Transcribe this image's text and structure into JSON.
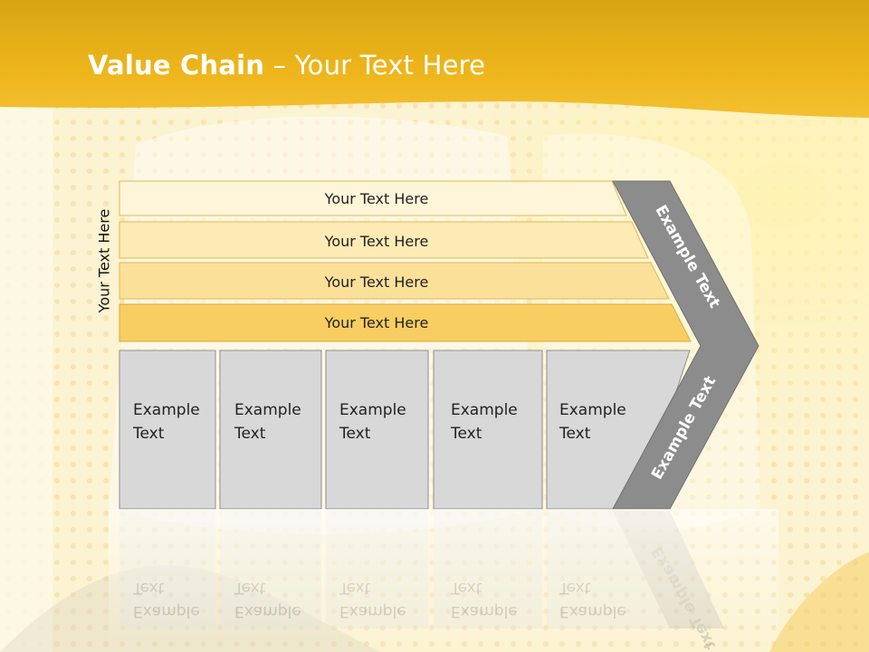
{
  "slide": {
    "title_bold": "Value Chain",
    "title_rest": " – Your Text Here",
    "vertical_label": "Your Text Here"
  },
  "bars": [
    {
      "label": "Your Text Here",
      "color": "#fff5d8"
    },
    {
      "label": "Your Text Here",
      "color": "#fdeab5"
    },
    {
      "label": "Your Text Here",
      "color": "#fbe09a"
    },
    {
      "label": "Your Text Here",
      "color": "#f8cd62"
    }
  ],
  "boxes": [
    {
      "line1": "Example",
      "line2": "Text"
    },
    {
      "line1": "Example",
      "line2": "Text"
    },
    {
      "line1": "Example",
      "line2": "Text"
    },
    {
      "line1": "Example",
      "line2": "Text"
    },
    {
      "line1": "Example",
      "line2": "Text"
    }
  ],
  "chevron": {
    "upper_label": "Example Text",
    "lower_label": "Example Text",
    "color": "#8c8c8c"
  },
  "colors": {
    "header": "#f1b71a",
    "box_fill": "#d8d8d8"
  }
}
